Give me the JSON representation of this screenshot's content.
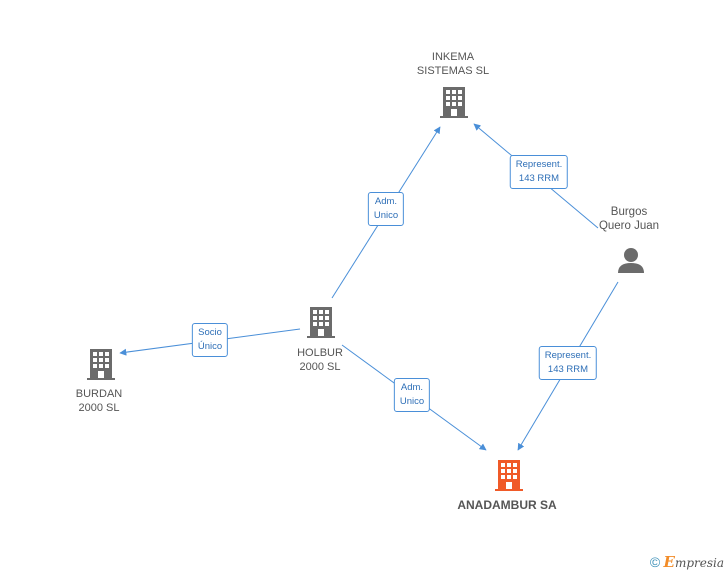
{
  "nodes": {
    "inkema": {
      "label": "INKEMA\nSISTEMAS SL",
      "type": "company"
    },
    "holbur": {
      "label": "HOLBUR\n2000 SL",
      "type": "company"
    },
    "burdan": {
      "label": "BURDAN\n2000 SL",
      "type": "company"
    },
    "anadambur": {
      "label": "ANADAMBUR SA",
      "type": "company-focus"
    },
    "burgos": {
      "label": "Burgos\nQuero Juan",
      "type": "person"
    }
  },
  "edges": {
    "holbur_inkema": {
      "label": "Adm.\nUnico"
    },
    "burgos_inkema": {
      "label": "Represent.\n143 RRM"
    },
    "holbur_burdan": {
      "label": "Socio\nÚnico"
    },
    "holbur_anadambur": {
      "label": "Adm.\nUnico"
    },
    "burgos_anadambur": {
      "label": "Represent.\n143 RRM"
    }
  },
  "colors": {
    "edge": "#4a8fd8",
    "company_icon": "#6b6b6b",
    "focus_icon": "#f05a28",
    "person_icon": "#6b6b6b"
  },
  "footer": {
    "copyright": "©",
    "brand_initial": "E",
    "brand_rest": "mpresia"
  }
}
